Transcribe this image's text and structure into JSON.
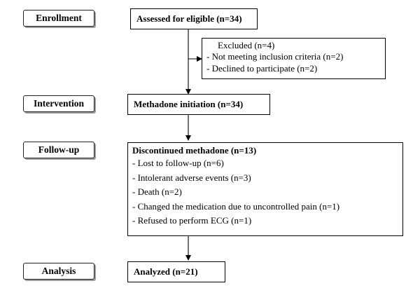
{
  "stages": {
    "enrollment": "Enrollment",
    "intervention": "Intervention",
    "followup": "Follow-up",
    "analysis": "Analysis"
  },
  "boxes": {
    "assessed": "Assessed for eligible (n=34)",
    "excluded": {
      "title": "Excluded (n=4)",
      "items": [
        "- Not meeting inclusion criteria (n=2)",
        "- Declined to participate (n=2)"
      ]
    },
    "methadone": "Methadone initiation (n=34)",
    "discontinued": {
      "title": "Discontinued methadone (n=13)",
      "items": [
        "- Lost to follow-up (n=6)",
        "- Intolerant adverse events (n=3)",
        "- Death (n=2)",
        "- Changed the medication due to uncontrolled pain (n=1)",
        "- Refused to perform ECG (n=1)"
      ]
    },
    "analyzed": "Analyzed (n=21)"
  }
}
